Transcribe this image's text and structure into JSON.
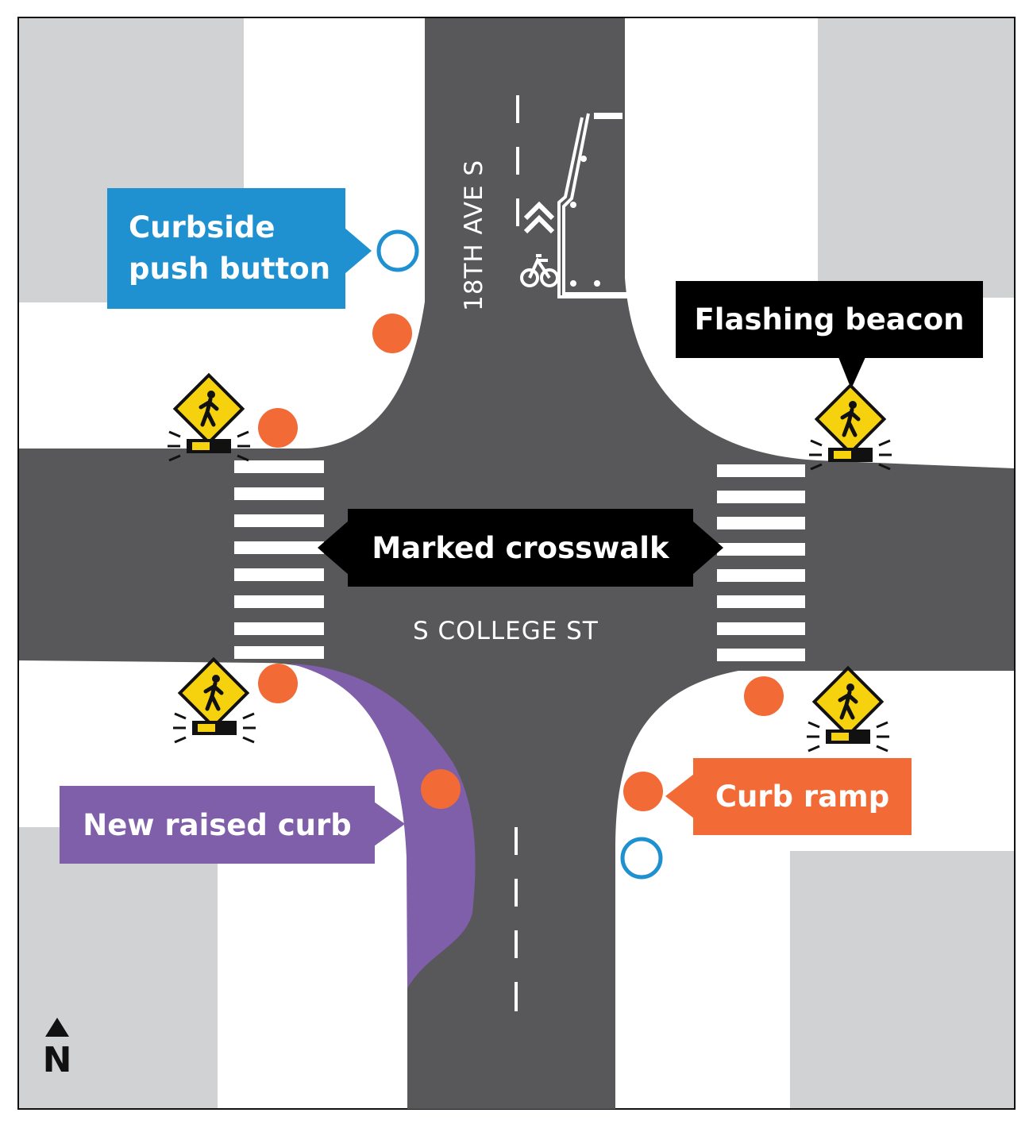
{
  "labels": {
    "curbside_push_button_line1": "Curbside",
    "curbside_push_button_line2": "push button",
    "flashing_beacon": "Flashing beacon",
    "marked_crosswalk": "Marked crosswalk",
    "new_raised_curb": "New raised curb",
    "curb_ramp": "Curb ramp"
  },
  "streets": {
    "east_west": "S COLLEGE ST",
    "north_south": "18TH AVE S"
  },
  "north_arrow": "N",
  "colors": {
    "road": "#58585a",
    "block": "#d1d2d4",
    "sidewalk": "#ffffff",
    "push_button": "#1f91d0",
    "curb_ramp": "#f26b36",
    "raised_curb": "#7f5fa9",
    "callout_dark": "#000000",
    "sign_yellow": "#f5d20d"
  },
  "icons": [
    "pedestrian-crossing-sign-icon",
    "bicycle-icon",
    "chevron-icon",
    "north-arrow-icon"
  ]
}
